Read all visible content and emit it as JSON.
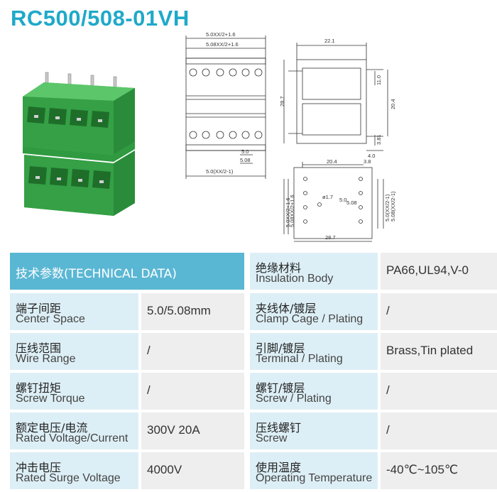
{
  "title": "RC500/508-01VH",
  "drawing": {
    "dim_pitch_top1": "5.0XX/2+1.6",
    "dim_pitch_top2": "5.08XX/2+1.6",
    "dim_5_0": "5.0",
    "dim_5_08": "5.08",
    "dim_bottom": "5.0(XX/2-1)",
    "side_width": "22.1",
    "side_height": "28.7",
    "side_11": "11.0",
    "side_20_4": "20.4",
    "side_3_81": "3.81",
    "side_4_0": "4.0",
    "pcb_20_4": "20.4",
    "pcb_3_8": "3.8",
    "pcb_hole": "ø1.7",
    "pcb_5_0": "5.0",
    "pcb_5_08": "5.08",
    "pcb_left1": "5.0XX/2+1.6",
    "pcb_left2": "5.08XX/2+1.6",
    "pcb_right1": "5.0(XX/2-1)",
    "pcb_right2": "5.08(XX/2-1)",
    "pcb_width": "28.7"
  },
  "table": {
    "header": "技术参数(TECHNICAL DATA)",
    "left": [
      {
        "cn": "端子间距",
        "en": "Center Space",
        "value": "5.0/5.08mm"
      },
      {
        "cn": "压线范围",
        "en": "Wire Range",
        "value": "/"
      },
      {
        "cn": "螺钉扭矩",
        "en": "Screw Torque",
        "value": "/"
      },
      {
        "cn": "额定电压/电流",
        "en": "Rated Voltage/Current",
        "value": "300V 20A"
      },
      {
        "cn": "冲击电压",
        "en": "Rated Surge Voltage",
        "value": "4000V"
      }
    ],
    "right": [
      {
        "cn": "绝缘材料",
        "en": "Insulation Body",
        "value": "PA66,UL94,V-0"
      },
      {
        "cn": "夹线体/镀层",
        "en": "Clamp Cage / Plating",
        "value": "/"
      },
      {
        "cn": "引脚/镀层",
        "en": "Terminal / Plating",
        "value": "Brass,Tin plated"
      },
      {
        "cn": "螺钉/镀层",
        "en": "Screw / Plating",
        "value": "/"
      },
      {
        "cn": "压线螺钉",
        "en": "Screw",
        "value": "/"
      },
      {
        "cn": "使用温度",
        "en": "Operating Temperature",
        "value": "-40℃~105℃"
      }
    ]
  },
  "colors": {
    "title": "#1fa9c9",
    "header": "#5ab7d4",
    "label_bg": "#ddeff6",
    "value_bg": "#eeeeee",
    "product": "#3aa84a"
  }
}
